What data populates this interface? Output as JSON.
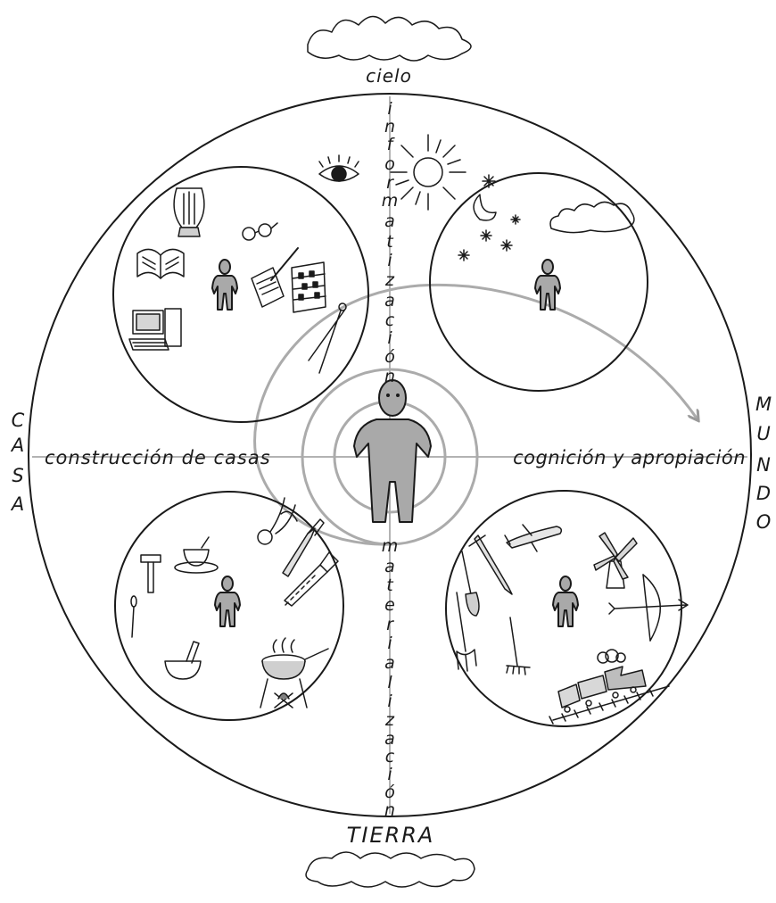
{
  "labels": {
    "top": "cielo",
    "bottom": "TIERRA",
    "left_letters": [
      "C",
      "A",
      "S",
      "A"
    ],
    "right_letters": [
      "M",
      "U",
      "N",
      "D",
      "O"
    ],
    "left_axis": "construcción de casas",
    "right_axis": "cognición y apropiación",
    "upper_axis_letters": [
      "i",
      "n",
      "f",
      "o",
      "r",
      "m",
      "a",
      "t",
      "i",
      "z",
      "a",
      "c",
      "i",
      "ó",
      "n"
    ],
    "lower_axis_letters": [
      "m",
      "a",
      "t",
      "e",
      "r",
      "i",
      "a",
      "l",
      "i",
      "z",
      "a",
      "c",
      "i",
      "ó",
      "n"
    ]
  },
  "icons": {
    "top_left": [
      "eye-icon",
      "lyre-icon",
      "book-icon",
      "glasses-icon",
      "person-icon",
      "paper-quill-icon",
      "abacus-icon",
      "computer-icon",
      "compass-icon"
    ],
    "top_right": [
      "sun-icon",
      "moon-icon",
      "star-icon",
      "cloud-icon",
      "person-icon"
    ],
    "bottom_left": [
      "hammer-icon",
      "cup-icon",
      "pliers-icon",
      "knife-icon",
      "saw-icon",
      "needle-icon",
      "person-icon",
      "mortar-icon",
      "cooking-fire-icon"
    ],
    "bottom_right": [
      "sword-icon",
      "airplane-icon",
      "windmill-icon",
      "shovel-icon",
      "person-icon",
      "bow-arrow-icon",
      "pitchfork-icon",
      "rake-icon",
      "train-icon"
    ]
  },
  "colors": {
    "ink": "#1a1a1a",
    "person_fill": "#a9a9a9",
    "spiral": "#ababab",
    "axis": "#9a9a9a"
  }
}
